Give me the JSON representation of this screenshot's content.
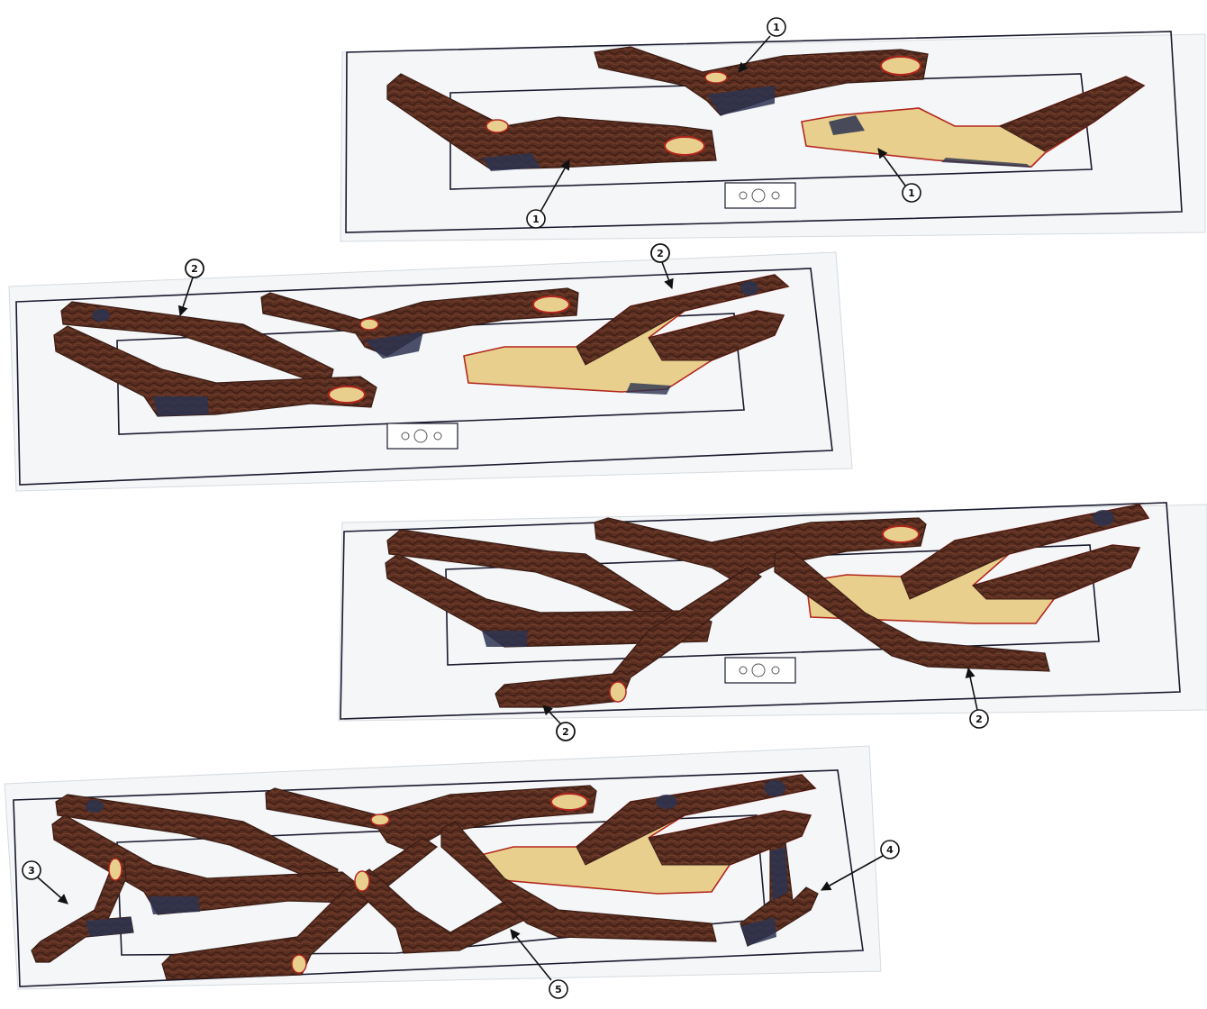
{
  "diagram": {
    "steps": [
      {
        "id": "step-1",
        "callouts": [
          "1",
          "1",
          "1"
        ]
      },
      {
        "id": "step-2",
        "callouts": [
          "2",
          "2"
        ]
      },
      {
        "id": "step-3",
        "callouts": [
          "2",
          "2"
        ]
      },
      {
        "id": "step-4",
        "callouts": [
          "3",
          "4",
          "5"
        ]
      }
    ]
  },
  "colors": {
    "bark": "#5a2e20",
    "bark_dark": "#3b1c14",
    "char": "#2b3350",
    "wood_light": "#e9cf8e",
    "ember_red": "#b3261e",
    "panel_bg": "#f4f6f8",
    "line": "#1a1a2e"
  }
}
